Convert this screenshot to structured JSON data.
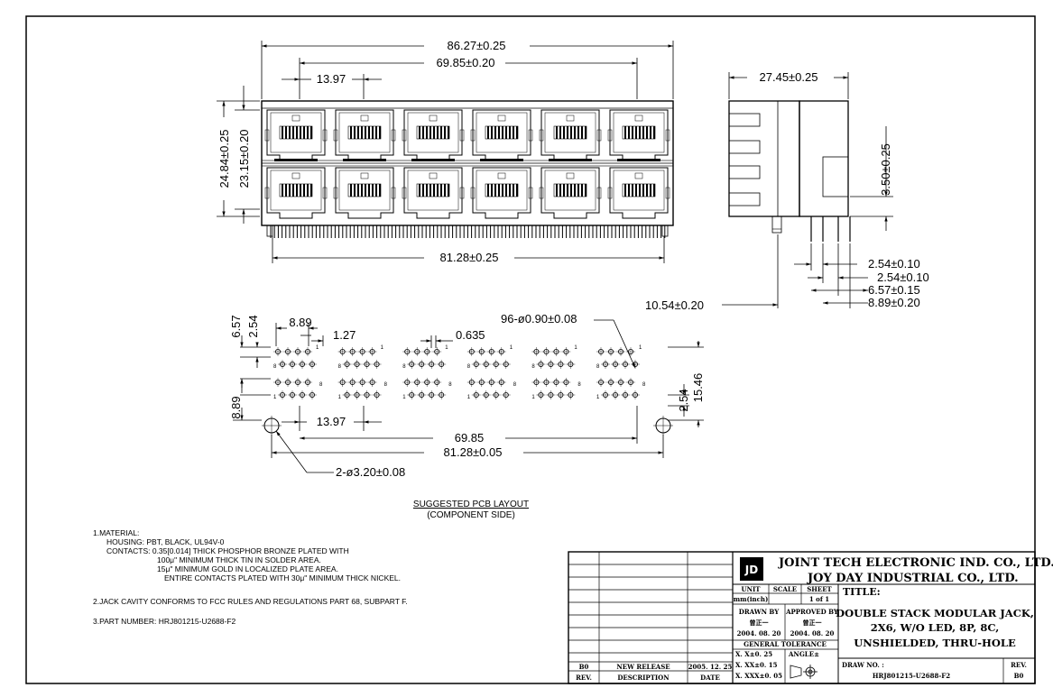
{
  "dims": {
    "overall_width": "86.27±0.25",
    "center_span": "69.85±0.20",
    "pitch_top": "13.97",
    "height_overall": "24.84±0.25",
    "height_body": "23.15±0.20",
    "base_width": "81.28±0.25",
    "side_depth": "27.45±0.25",
    "side_height": "3.50±0.25",
    "side_pitch_a": "2.54±0.10",
    "side_pitch_b": "2.54±0.10",
    "side_span_c": "6.57±0.15",
    "side_span_d": "8.89±0.20",
    "side_offset": "10.54±0.20",
    "pcb_657": "6.57",
    "pcb_254_left": "2.54",
    "pcb_889_top": "8.89",
    "pcb_127": "1.27",
    "pcb_0635": "0.635",
    "pcb_holes": "96-ø0.90±0.08",
    "pcb_889_left": "8.89",
    "pcb_1397": "13.97",
    "pcb_6985": "69.85",
    "pcb_8128": "81.28±0.05",
    "pcb_254_right": "2.54",
    "pcb_1546": "15.46",
    "pcb_mount": "2-ø3.20±0.08"
  },
  "pcb": {
    "title": "SUGGESTED PCB LAYOUT",
    "subtitle": "(COMPONENT SIDE)"
  },
  "notes": {
    "l1": "1.MATERIAL:",
    "l2": "HOUSING: PBT, BLACK, UL94V-0",
    "l3": "CONTACTS: 0.35[0.014] THICK PHOSPHOR BRONZE PLATED WITH",
    "l4": "100μ\" MINIMUM THICK TIN IN SOLDER AREA.",
    "l5": "15μ\" MINIMUM GOLD IN LOCALIZED PLATE AREA.",
    "l6": "ENTIRE CONTACTS PLATED WITH 30μ\" MINIMUM THICK NICKEL.",
    "l7": "2.JACK CAVITY CONFORMS TO FCC RULES AND REGULATIONS PART 68, SUBPART F.",
    "l8": "3.PART NUMBER: HRJ801215-U2688-F2"
  },
  "title_block": {
    "company1": "JOINT TECH ELECTRONIC IND. CO., LTD.",
    "company2": "JOY DAY INDUSTRIAL CO., LTD.",
    "unit_label": "UNIT",
    "unit_value": "mm(inch)",
    "scale_label": "SCALE",
    "sheet_label": "SHEET",
    "sheet_value": "1 of 1",
    "drawn_label": "DRAWN BY",
    "drawn_name": "曾正一",
    "drawn_date": "2004. 08. 20",
    "approved_label": "APPROVED BY",
    "approved_name": "曾正一",
    "approved_date": "2004. 08. 20",
    "tol_label": "GENERAL TOLERANCE",
    "tol1": "X. X±0. 25",
    "tol2": "X. XX±0. 15",
    "tol3": "X. XXX±0. 05",
    "angle_label": "ANGLE±",
    "title_label": "TITLE:",
    "title1": "DOUBLE STACK MODULAR JACK,",
    "title2": "2X6, W/O LED, 8P, 8C,",
    "title3": "UNSHIELDED, THRU-HOLE",
    "drawno_label": "DRAW NO. :",
    "drawno_value": "HRJ801215-U2688-F2",
    "rev_label": "REV.",
    "rev_value": "B0",
    "row_rev": "B0",
    "row_desc": "NEW RELEASE",
    "row_date": "2005. 12. 25",
    "hdr_rev": "REV.",
    "hdr_desc": "DESCRIPTION",
    "hdr_date": "DATE"
  },
  "icons": {
    "logo": "company-logo-icon",
    "projection": "third-angle-projection-icon"
  }
}
